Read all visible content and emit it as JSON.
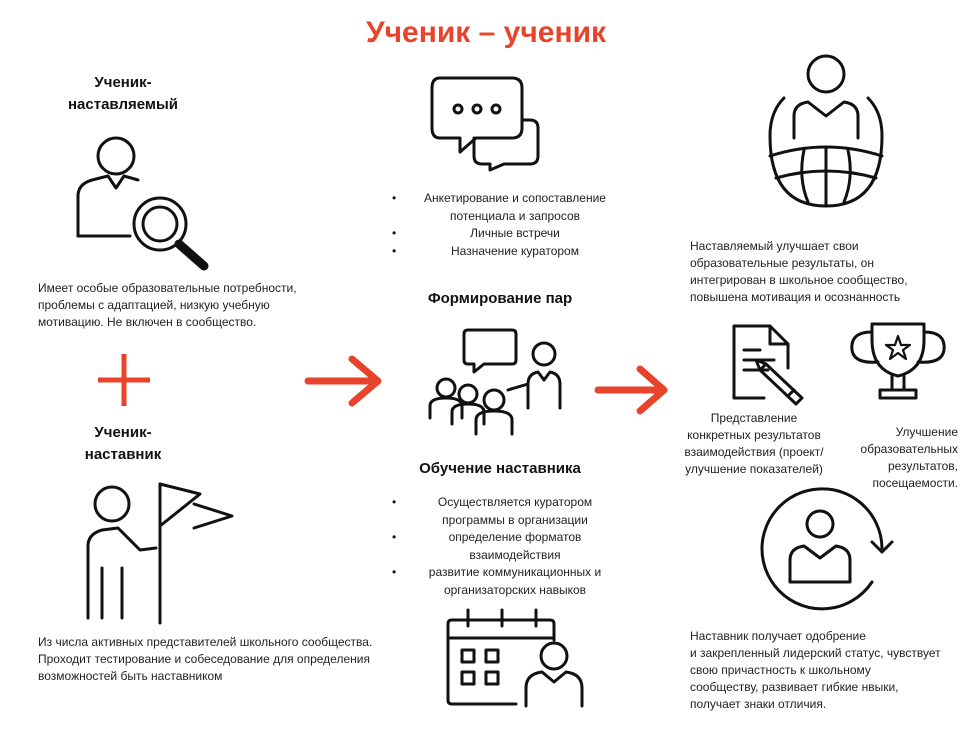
{
  "title": "Ученик – ученик",
  "colors": {
    "accent": "#e8432b",
    "ink": "#111111"
  },
  "left": {
    "mentee_heading_1": "Ученик-",
    "mentee_heading_2": "наставляемый",
    "mentee_desc": [
      "Имеет особые образовательные потребности,",
      "проблемы с адаптацией, низкую учебную",
      "мотивацию. Не включен в сообщество."
    ],
    "mentor_heading_1": "Ученик-",
    "mentor_heading_2": "наставник",
    "mentor_desc": [
      "Из числа активных представителей школьного сообщества.",
      "Проходит тестирование  и собеседование для определения",
      "возможностей быть наставником"
    ],
    "icons": [
      "user-search-icon",
      "plus-icon",
      "person-flag-icon"
    ]
  },
  "middle": {
    "pairing_bullets": [
      "Анкетирование и сопоставление потенциала и запросов",
      "Личные встречи",
      "Назначение куратором"
    ],
    "pairing_heading": "Формирование пар",
    "training_heading": "Обучение наставника",
    "training_bullets": [
      "Осуществляется куратором программы в организации",
      "определение форматов взаимодействия",
      "развитие коммуникационных и организаторских навыков"
    ],
    "icons": [
      "chat-bubbles-icon",
      "group-presentation-icon",
      "calendar-person-icon",
      "arrow-right-icon"
    ]
  },
  "right": {
    "mentee_result": [
      "Наставляемый улучшает свои",
      "образовательные результаты, он",
      "интегрирован в школьное сообщество,",
      " повышена мотивация и осознанность"
    ],
    "results_presentation": [
      "Представление",
      "конкретных результатов",
      "взаимодействия (проект/",
      "улучшение показателей)"
    ],
    "results_improvement": [
      "Улучшение",
      "образовательных",
      "результатов,",
      "посещаемости."
    ],
    "mentor_result": [
      "Наставник получает одобрение",
      "и закрепленный лидерский статус, чувствует",
      "свою причастность к школьному",
      "сообществу, развивает гибкие нвыки,",
      "получает знаки отличия."
    ],
    "icons": [
      "person-globe-icon",
      "document-pen-icon",
      "trophy-icon",
      "person-cycle-icon"
    ]
  }
}
